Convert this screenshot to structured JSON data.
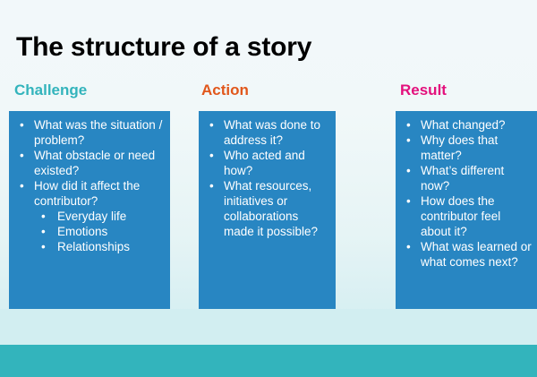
{
  "slide": {
    "title": "The structure of a story",
    "background_top_color": "#f2f8fa",
    "background_bottom_color": "#d0edf0",
    "box_color": "#2886c2",
    "footer_band_color": "#33b4bc",
    "footer_light_band_color": "#d2eef1"
  },
  "columns": [
    {
      "heading": "Challenge",
      "heading_color": "#33b4bc",
      "items": [
        {
          "text": "What was the situation / problem?"
        },
        {
          "text": "What obstacle or need existed?"
        },
        {
          "text": "How did it affect the contributor?",
          "subitems": [
            "Everyday life",
            "Emotions",
            "Relationships"
          ]
        }
      ]
    },
    {
      "heading": "Action",
      "heading_color": "#e1571b",
      "items": [
        {
          "text": "What was done to address it?"
        },
        {
          "text": "Who acted and how?"
        },
        {
          "text": "What resources, initiatives or collaborations made it possible?"
        }
      ]
    },
    {
      "heading": "Result",
      "heading_color": "#e3107c",
      "items": [
        {
          "text": "What changed?"
        },
        {
          "text": "Why does that matter?"
        },
        {
          "text": "What’s different now?"
        },
        {
          "text": "How does the contributor feel about it?"
        },
        {
          "text": "What was learned or what comes next?"
        }
      ]
    }
  ],
  "bullet_glyph": "•"
}
